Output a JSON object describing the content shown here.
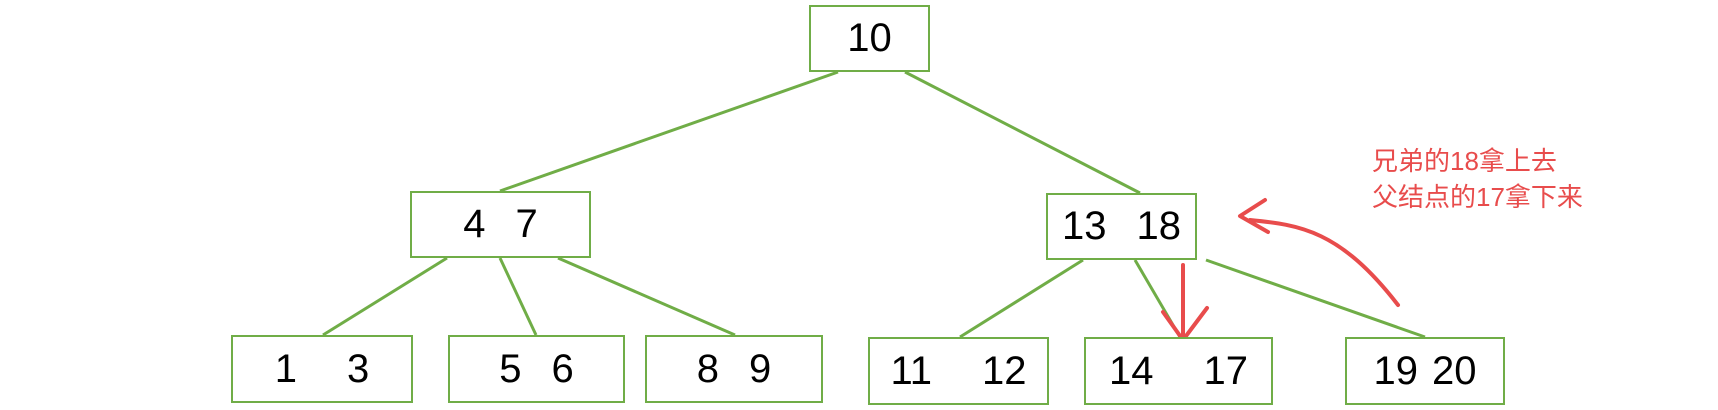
{
  "colors": {
    "node_border": "#70ad47",
    "edge": "#70ad47",
    "annotation": "#e84c4c"
  },
  "nodes": {
    "root": {
      "keys": [
        "10"
      ]
    },
    "left": {
      "keys": [
        "4",
        "7"
      ]
    },
    "right": {
      "keys": [
        "13",
        "18"
      ]
    },
    "leaf_1": {
      "keys": [
        "1",
        "3"
      ]
    },
    "leaf_2": {
      "keys": [
        "5",
        "6"
      ]
    },
    "leaf_3": {
      "keys": [
        "8",
        "9"
      ]
    },
    "leaf_4": {
      "keys": [
        "11",
        "12"
      ]
    },
    "leaf_5": {
      "keys": [
        "14",
        "17"
      ]
    },
    "leaf_6": {
      "keys": [
        "19",
        "20"
      ]
    }
  },
  "annotation": {
    "line1": "兄弟的18拿上去",
    "line2": "父结点的17拿下来"
  }
}
